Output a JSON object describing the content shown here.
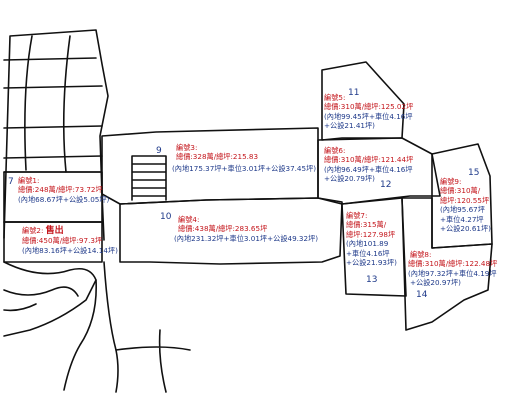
{
  "colors": {
    "price": "#c4161c",
    "detail": "#1f3a8a",
    "outline": "#111111"
  },
  "lot_numbers": [
    "7",
    "9",
    "10",
    "11",
    "12",
    "13",
    "14",
    "15"
  ],
  "lots": [
    {
      "id": "lot-1",
      "code": "編號1:",
      "price": "總價:248萬/總坪:73.72坪",
      "detail": "(內地68.67坪+公設5.05坪)"
    },
    {
      "id": "lot-2",
      "code": "編號2:",
      "status": "售出",
      "price": "總價:450萬/總坪:97.3坪",
      "detail": "(內地83.16坪+公設14.14坪)"
    },
    {
      "id": "lot-3",
      "code": "編號3:",
      "price": "總價:328萬/總坪:215.83",
      "detail": "(內地175.37坪+車位3.01坪+公設37.45坪)"
    },
    {
      "id": "lot-4",
      "code": "編號4:",
      "price": "總價:438萬/總坪:283.65坪",
      "detail": "(內地231.32坪+車位3.01坪+公設49.32坪)"
    },
    {
      "id": "lot-5",
      "code": "編號5:",
      "price": "總價:310萬/總坪:125.02坪",
      "detail1": "(內地99.45坪+車位4.16坪",
      "detail2": "+公設21.41坪)"
    },
    {
      "id": "lot-6",
      "code": "編號6:",
      "price": "總價:310萬/總坪:121.44坪",
      "detail1": "(內地96.49坪+車位4.16坪",
      "detail2": "+公設20.79坪)"
    },
    {
      "id": "lot-7",
      "code": "編號7:",
      "price1": "總價:315萬/",
      "price2": "總坪:127.98坪",
      "detail1": "(內地101.89",
      "detail2": "+車位4.16坪",
      "detail3": "+公設21.93坪)"
    },
    {
      "id": "lot-8",
      "code": "編號8:",
      "price": "總價:310萬/總坪:122.48坪",
      "detail1": "(內地97.32坪+車位4.19坪",
      "detail2": "+公設20.97坪)"
    },
    {
      "id": "lot-9",
      "code": "編號9:",
      "price1": "總價:310萬/",
      "price2": "總坪:120.55坪",
      "detail1": "(內地95.67坪",
      "detail2": "+車位4.27坪",
      "detail3": "+公設20.61坪)"
    }
  ]
}
